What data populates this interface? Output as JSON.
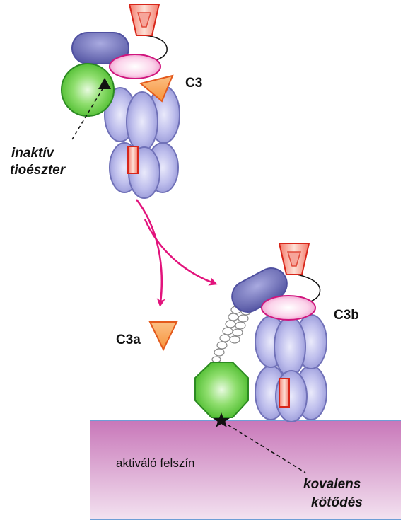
{
  "labels": {
    "c3": "C3",
    "c3a": "C3a",
    "c3b": "C3b",
    "inactive_thioester_line1": "inaktív",
    "inactive_thioester_line2": "tioészter",
    "surface": "aktiváló felszín",
    "covalent_line1": "kovalens",
    "covalent_line2": "kötődés"
  },
  "colors": {
    "domain_fill": "#b3b4e6",
    "domain_stroke": "#6a6bb0",
    "domain_dark": "#6566b0",
    "green": "#59c73c",
    "green_stroke": "#2c8a22",
    "orange": "#f9a04f",
    "orange_stroke": "#e45a1c",
    "red_fill": "#f59c8c",
    "red_stroke": "#d8261a",
    "pink": "#f4a9d6",
    "pink_stroke": "#d0157d",
    "arrow": "#e2137c",
    "surface_top": "#c978bb",
    "surface_bottom": "#f2e0ef",
    "surface_line": "#6d9ed6"
  }
}
